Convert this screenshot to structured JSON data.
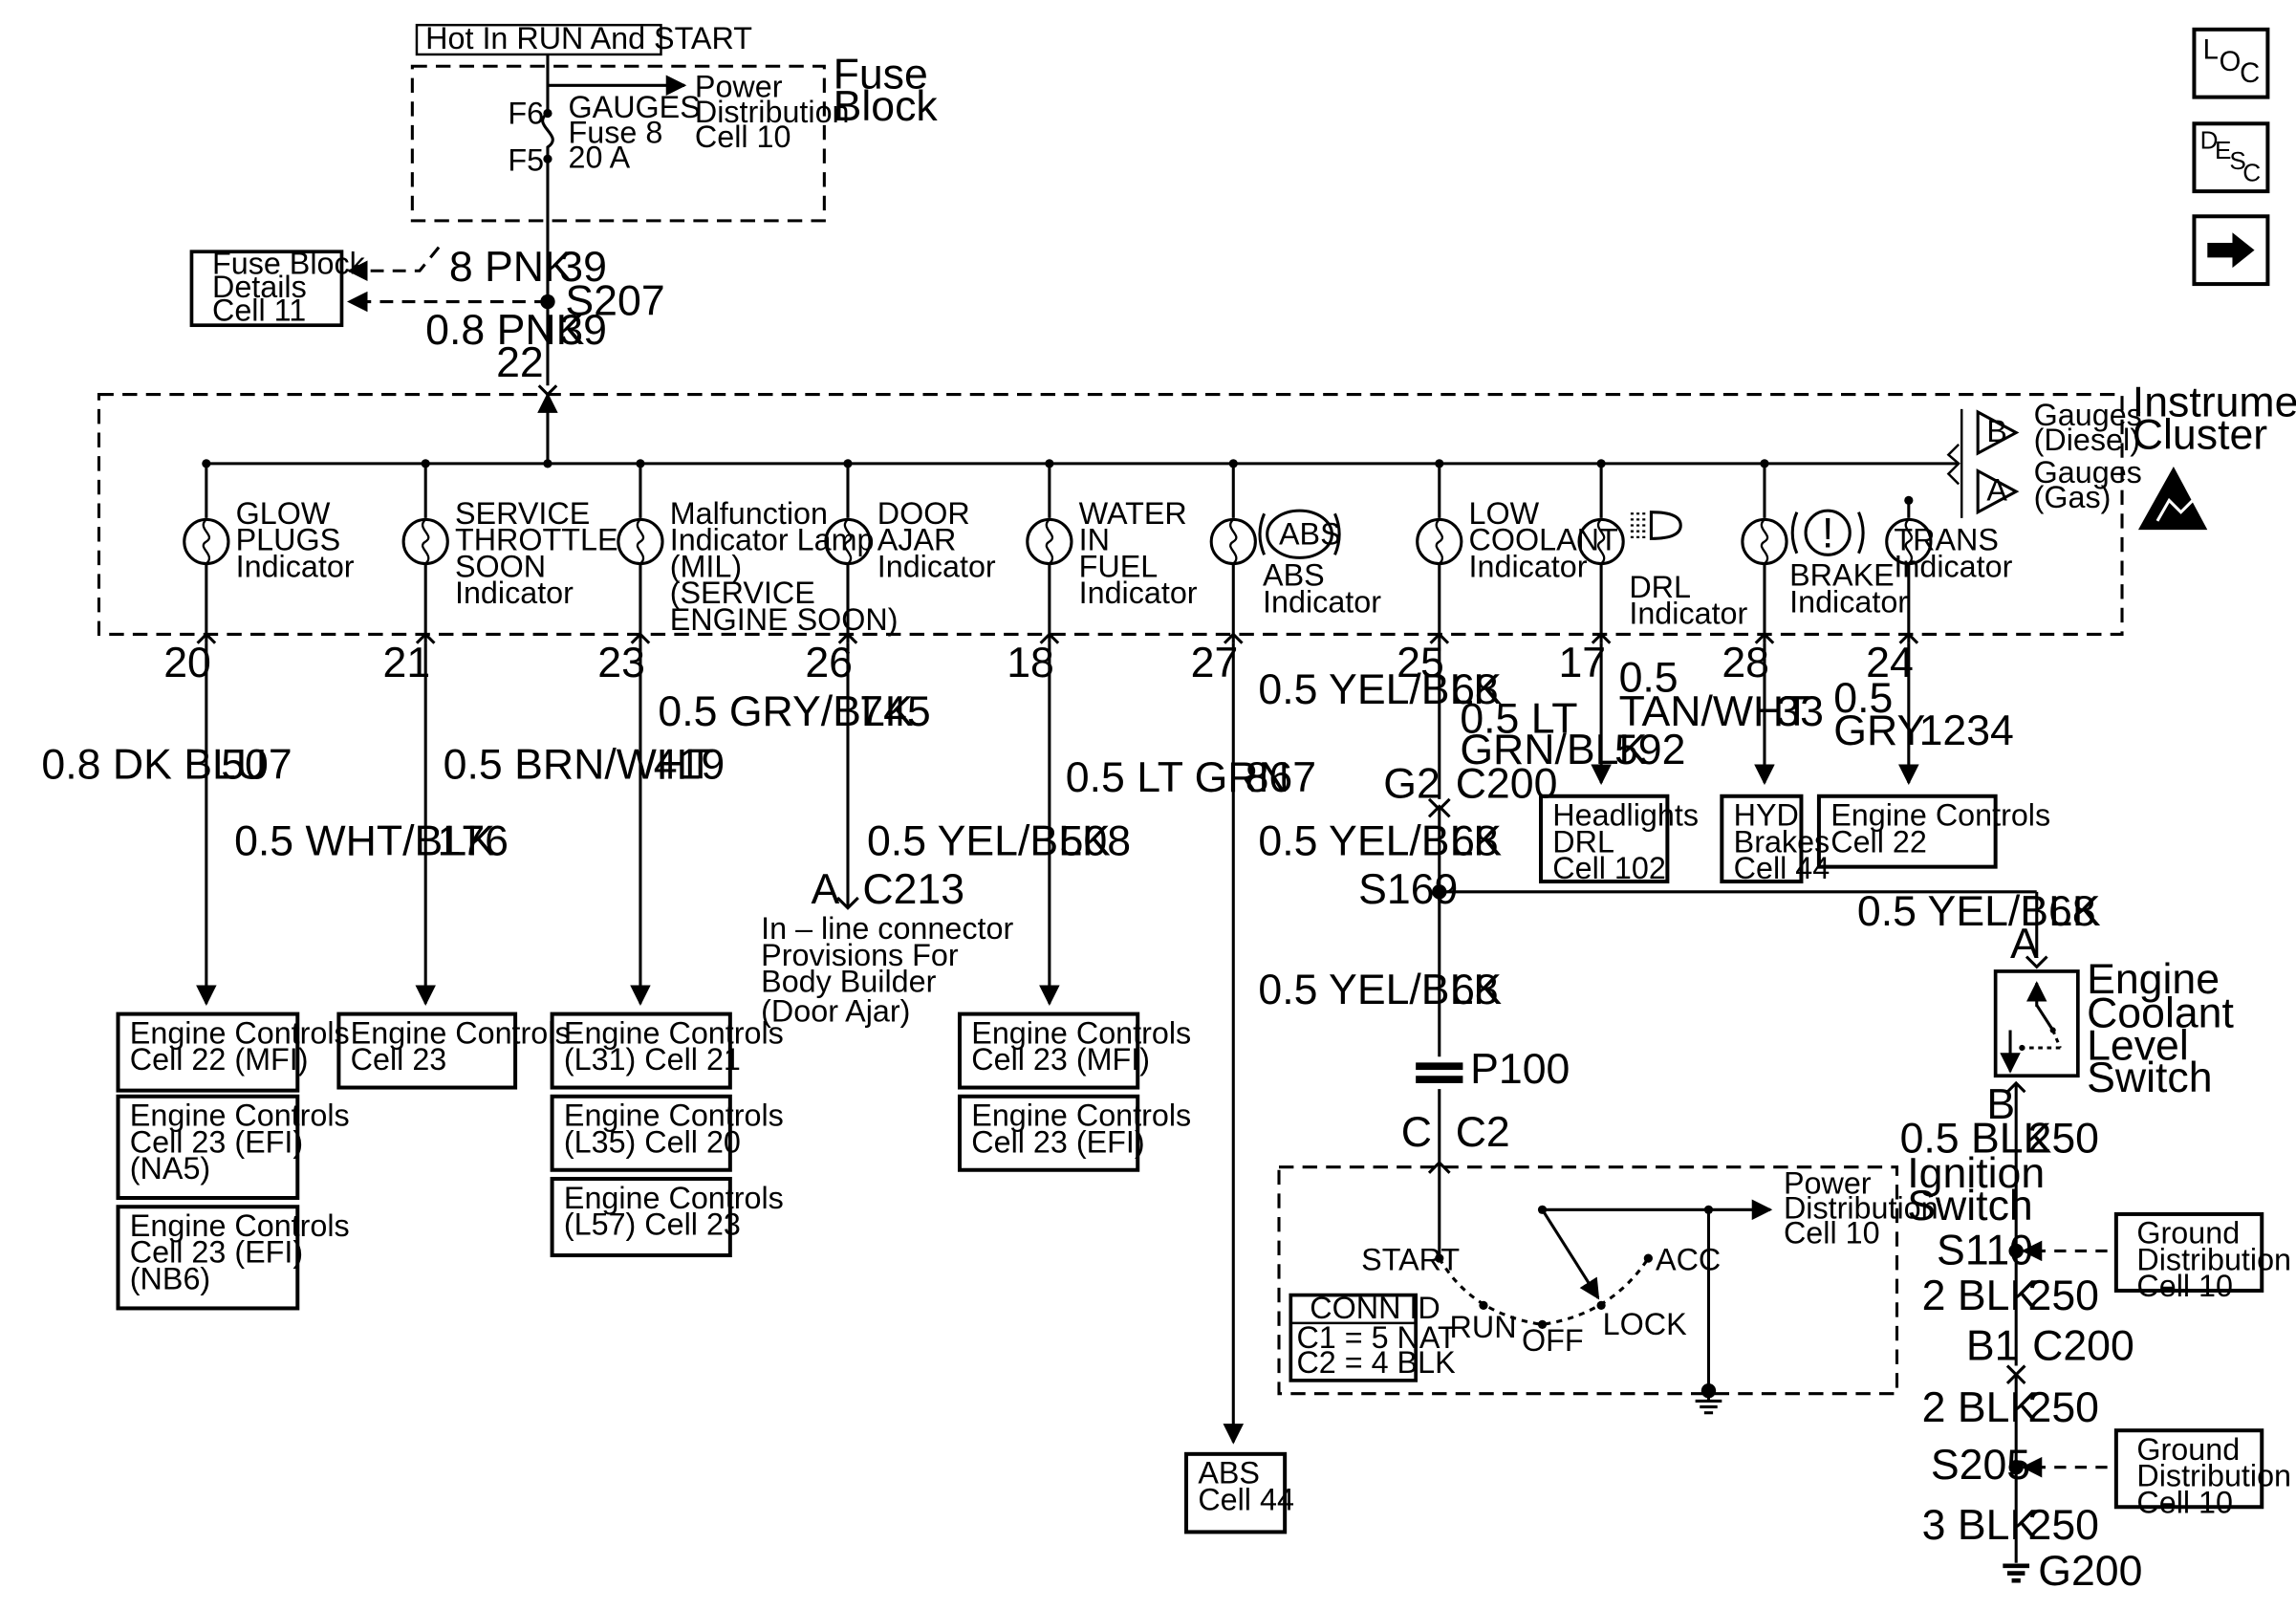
{
  "header": {
    "power_label": "Hot In RUN And START",
    "fuse_block": [
      "Fuse",
      "Block"
    ],
    "fuse_f6": "F6",
    "fuse_f5": "F5",
    "fuse_name": [
      "GAUGES",
      "Fuse 8",
      "20 A"
    ],
    "power_dist_top": [
      "Power",
      "Distribution",
      "Cell 10"
    ],
    "fuse_details": [
      "Fuse Block",
      "Details",
      "Cell 11"
    ],
    "wire_8pnk": "8 PNK",
    "circ_39a": "39",
    "splice_s207": "S207",
    "wire_08pnk": "0.8 PNK",
    "circ_39b": "39",
    "pin_22": "22"
  },
  "nav": {
    "loc_label": [
      "L",
      "O",
      "C"
    ],
    "desc_label": [
      "D",
      "E",
      "S",
      "C"
    ],
    "next_icon": "right-arrow"
  },
  "cluster": {
    "title": [
      "Instrument",
      "Cluster"
    ],
    "gauges_diesel": [
      "Gauges",
      "(Diesel)"
    ],
    "gauges_gas": [
      "Gauges",
      "(Gas)"
    ],
    "tag_b": "B",
    "tag_a": "A",
    "esd_icon": "esd-warning-icon",
    "indicators": [
      {
        "lines": [
          "GLOW",
          "PLUGS",
          "Indicator"
        ],
        "pin": "20"
      },
      {
        "lines": [
          "SERVICE",
          "THROTTLE",
          "SOON",
          "Indicator"
        ],
        "pin": "21"
      },
      {
        "lines": [
          "Malfunction",
          "Indicator Lamp",
          "(MIL)",
          "(SERVICE",
          "ENGINE SOON)"
        ],
        "pin": "23"
      },
      {
        "lines": [
          "DOOR",
          "AJAR",
          "Indicator"
        ],
        "pin": "26"
      },
      {
        "lines": [
          "WATER",
          "IN",
          "FUEL",
          "Indicator"
        ],
        "pin": "18"
      },
      {
        "lines": [
          "ABS",
          "Indicator"
        ],
        "pin": "27",
        "symbol": "ABS"
      },
      {
        "lines": [
          "LOW",
          "COOLANT",
          "Indicator"
        ],
        "pin": "25"
      },
      {
        "lines": [
          "DRL",
          "Indicator"
        ],
        "pin": "17"
      },
      {
        "lines": [
          "BRAKE",
          "Indicator"
        ],
        "pin": "28",
        "symbol": "!"
      },
      {
        "lines": [
          "TRANS",
          "Indicator"
        ],
        "pin": "24"
      }
    ]
  },
  "wires": {
    "w507": {
      "color": "0.8 DK BLU",
      "circuit": "507"
    },
    "w176": {
      "color": "0.5 WHT/BLK",
      "circuit": "176"
    },
    "w419": {
      "color": "0.5 BRN/WHT",
      "circuit": "419"
    },
    "w745": {
      "color": "0.5 GRY/BLK",
      "circuit": "745"
    },
    "w508": {
      "color": "0.5 YEL/BLK",
      "circuit": "508"
    },
    "w867": {
      "color": "0.5 LT GRN",
      "circuit": "867"
    },
    "w68a": {
      "color": "0.5 YEL/BLK",
      "circuit": "68"
    },
    "w592": {
      "color": [
        "0.5 LT",
        "GRN/BLK"
      ],
      "circuit": "592"
    },
    "w33": {
      "color": [
        "0.5",
        "TAN/WHT"
      ],
      "circuit": "33"
    },
    "w1234": {
      "color": [
        "0.5",
        "GRY"
      ],
      "circuit": "1234"
    },
    "w68b": {
      "color": "0.5 YEL/BLK",
      "circuit": "68"
    },
    "w68c": {
      "color": "0.5 YEL/BLK",
      "circuit": "68"
    },
    "w68d": {
      "color": "0.5 YEL/BLK",
      "circuit": "68"
    },
    "w250a": {
      "color": "0.5 BLK",
      "circuit": "250"
    },
    "w250b": {
      "color": "2 BLK",
      "circuit": "250"
    },
    "w250c": {
      "color": "2 BLK",
      "circuit": "250"
    },
    "w250d": {
      "color": "3 BLK",
      "circuit": "250"
    }
  },
  "connectors": {
    "c213_pin": "A",
    "c213": "C213",
    "c213_note": [
      "In – line connector",
      "Provisions For",
      "Body Builder",
      "(Door Ajar)"
    ],
    "g2": "G2",
    "c200a": "C200",
    "s169": "S169",
    "p100": "P100",
    "c_pin": "C",
    "c2": "C2",
    "pin_a": "A",
    "pin_b": "B",
    "s110": "S110",
    "b1": "B1",
    "c200b": "C200",
    "s205": "S205",
    "g200": "G200"
  },
  "destinations": {
    "ec22mfi": [
      "Engine Controls",
      "Cell 22 (MFI)"
    ],
    "ec23efi_na5": [
      "Engine Controls",
      "Cell 23 (EFI)",
      "(NA5)"
    ],
    "ec23efi_nb6": [
      "Engine Controls",
      "Cell 23 (EFI)",
      "(NB6)"
    ],
    "ec23": [
      "Engine Controls",
      "Cell 23"
    ],
    "ec_l31": [
      "Engine Controls",
      "(L31) Cell 21"
    ],
    "ec_l35": [
      "Engine Controls",
      "(L35) Cell 20"
    ],
    "ec_l57": [
      "Engine Controls",
      "(L57) Cell 23"
    ],
    "ec23mfi": [
      "Engine Controls",
      "Cell 23 (MFI)"
    ],
    "ec23efi": [
      "Engine Controls",
      "Cell 23 (EFI)"
    ],
    "abs44": [
      "ABS",
      "Cell 44"
    ],
    "headlights": [
      "Headlights",
      "DRL",
      "Cell 102"
    ],
    "hyd": [
      "HYD",
      "Brakes",
      "Cell 44"
    ],
    "ec22": [
      "Engine Controls",
      "Cell 22"
    ],
    "ground1": [
      "Ground",
      "Distribution",
      "Cell 10"
    ],
    "ground2": [
      "Ground",
      "Distribution",
      "Cell 10"
    ]
  },
  "switches": {
    "coolant_switch": [
      "Engine",
      "Coolant",
      "Level",
      "Switch"
    ],
    "ignition_switch": [
      "Ignition",
      "Switch"
    ],
    "ign_start": "START",
    "ign_run": "RUN",
    "ign_off": "OFF",
    "ign_lock": "LOCK",
    "ign_acc": "ACC",
    "ign_power": [
      "Power",
      "Distribution",
      "Cell 10"
    ],
    "conn_id": "CONN ID",
    "conn_c1": "C1 = 5 NAT",
    "conn_c2": "C2 = 4 BLK"
  }
}
